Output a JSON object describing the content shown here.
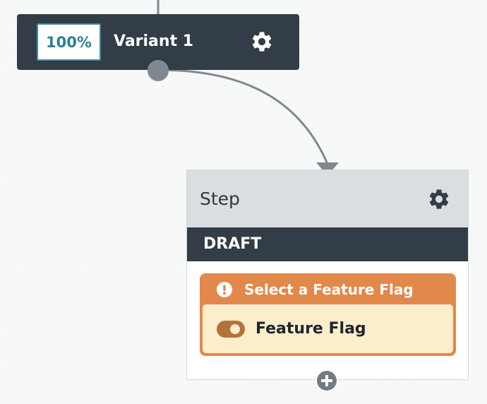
{
  "variant": {
    "percent": "100%",
    "name": "Variant 1",
    "settings_icon": "gear-icon"
  },
  "step": {
    "title": "Step",
    "settings_icon": "gear-icon",
    "status": "DRAFT",
    "action_card": {
      "title": "Select a Feature Flag",
      "warning_icon": "exclamation-circle-icon",
      "item_label": "Feature Flag",
      "item_icon": "toggle-icon"
    }
  },
  "add_icon": "plus-circle-icon",
  "colors": {
    "node_dark": "#333d47",
    "percent_accent": "#3d8ea0",
    "warning_orange": "#e2884b",
    "card_body": "#fcedcb",
    "connector": "#7f8890"
  }
}
